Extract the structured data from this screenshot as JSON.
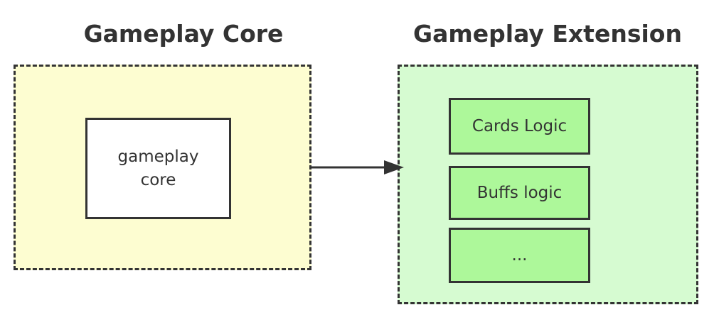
{
  "diagram": {
    "core_group": {
      "title": "Gameplay Core",
      "box_label": "gameplay core",
      "fill": "#fdfdd1"
    },
    "extension_group": {
      "title": "Gameplay Extension",
      "fill": "#d6fbd1",
      "modules": [
        {
          "label": "Cards Logic"
        },
        {
          "label": "Buffs logic"
        },
        {
          "label": "..."
        }
      ],
      "module_fill": "#adf89a"
    },
    "edges": [
      {
        "from": "Gameplay Core",
        "to": "Gameplay Extension",
        "style": "solid-arrow"
      }
    ],
    "stroke_color": "#333333"
  }
}
